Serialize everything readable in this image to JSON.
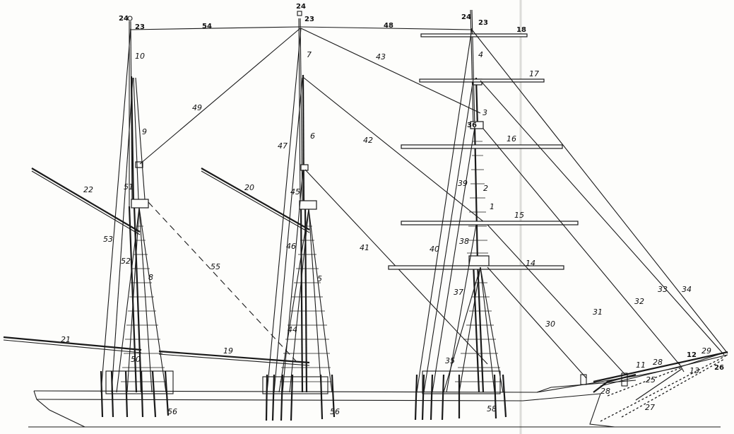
{
  "labels": {
    "l21": "21",
    "l22": "22",
    "l53": "53",
    "l52": "52",
    "l51": "51",
    "l50": "50",
    "l56a": "56",
    "l8": "8",
    "l9": "9",
    "l10": "10",
    "l23a": "23",
    "l24a": "24",
    "l54": "54",
    "l49": "49",
    "l55": "55",
    "l19": "19",
    "l20": "20",
    "l47": "47",
    "l46": "46",
    "l45": "45",
    "l44": "44",
    "l7": "7",
    "l6": "6",
    "l5": "5",
    "l56b": "56",
    "l23b": "23",
    "l24b": "24",
    "l48": "48",
    "l43": "43",
    "l42": "42",
    "l41": "41",
    "l40": "40",
    "l39": "39",
    "l38": "38",
    "l37": "37",
    "l36": "36",
    "l35": "35",
    "l58": "58",
    "l4": "4",
    "l3": "3",
    "l2": "2",
    "l1": "1",
    "l23c": "23",
    "l24c": "24",
    "l18": "18",
    "l17": "17",
    "l16": "16",
    "l15": "15",
    "l14": "14",
    "l30": "30",
    "l31": "31",
    "l32": "32",
    "l33": "33",
    "l34": "34",
    "l11": "11",
    "l12": "12",
    "l13": "13",
    "l25": "25",
    "l26": "26",
    "l27": "27",
    "l28a": "28",
    "l28b": "28",
    "l29": "29"
  }
}
